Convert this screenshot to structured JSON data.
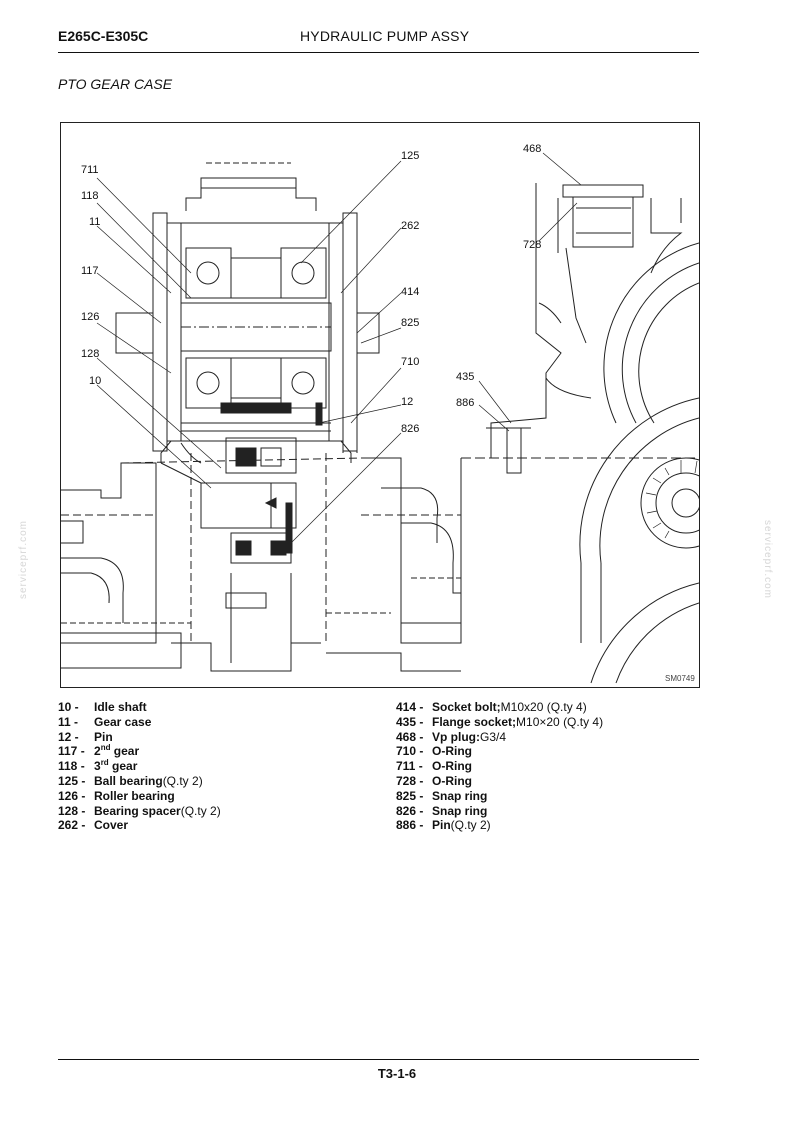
{
  "header": {
    "model": "E265C-E305C",
    "title": "HYDRAULIC PUMP ASSY"
  },
  "section_title": "PTO GEAR CASE",
  "figure": {
    "code": "SM0749",
    "callouts": {
      "c711": "711",
      "c118": "118",
      "c11": "11",
      "c117": "117",
      "c126": "126",
      "c128": "128",
      "c10": "10",
      "c125": "125",
      "c262": "262",
      "c414": "414",
      "c825": "825",
      "c710": "710",
      "c12": "12",
      "c826": "826",
      "c468": "468",
      "c728": "728",
      "c435": "435",
      "c886": "886"
    }
  },
  "parts_left": [
    {
      "num": "10 -",
      "name": "Idle shaft",
      "note": ""
    },
    {
      "num": "11 -",
      "name": "Gear case",
      "note": ""
    },
    {
      "num": "12 -",
      "name": "Pin",
      "note": ""
    },
    {
      "num": "117 -",
      "name": "2",
      "sup": "nd",
      "name2": " gear",
      "note": ""
    },
    {
      "num": "118 -",
      "name": "3",
      "sup": "rd",
      "name2": " gear",
      "note": ""
    },
    {
      "num": "125 -",
      "name": "Ball bearing",
      "note": " (Q.ty 2)"
    },
    {
      "num": "126 -",
      "name": "Roller bearing",
      "note": ""
    },
    {
      "num": "128 -",
      "name": "Bearing spacer",
      "note": " (Q.ty 2)"
    },
    {
      "num": "262 -",
      "name": "Cover",
      "note": ""
    }
  ],
  "parts_right": [
    {
      "num": "414 -",
      "name": "Socket bolt;",
      "note": " M10x20 (Q.ty 4)"
    },
    {
      "num": "435 -",
      "name": "Flange socket;",
      "note": " M10×20 (Q.ty 4)"
    },
    {
      "num": "468 -",
      "name": "Vp plug:",
      "note": " G3/4"
    },
    {
      "num": "710 -",
      "name": "O-Ring",
      "note": ""
    },
    {
      "num": "711 -",
      "name": "O-Ring",
      "note": ""
    },
    {
      "num": "728 -",
      "name": "O-Ring",
      "note": ""
    },
    {
      "num": "825 -",
      "name": "Snap ring",
      "note": ""
    },
    {
      "num": "826 -",
      "name": "Snap ring",
      "note": ""
    },
    {
      "num": "886 -",
      "name": "Pin",
      "note": " (Q.ty 2)"
    }
  ],
  "watermark": "serviceprf.com",
  "footer": {
    "page": "T3-1-6"
  }
}
